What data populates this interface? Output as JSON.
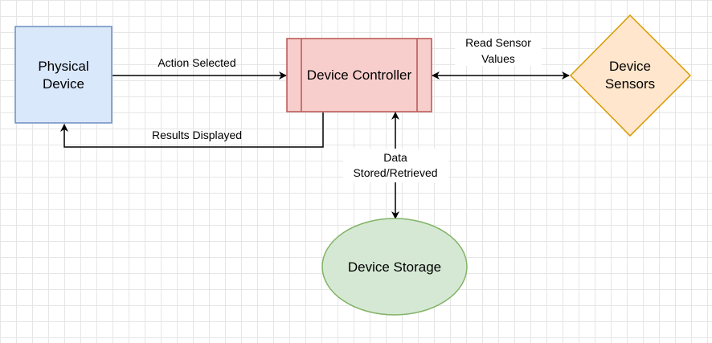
{
  "nodes": {
    "physical_device": {
      "line1": "Physical",
      "line2": "Device"
    },
    "device_controller": {
      "label": "Device Controller"
    },
    "device_sensors": {
      "line1": "Device",
      "line2": "Sensors"
    },
    "device_storage": {
      "label": "Device Storage"
    }
  },
  "edges": {
    "action_selected": "Action Selected",
    "results_displayed": "Results Displayed",
    "read_sensor_values": {
      "line1": "Read Sensor",
      "line2": "Values"
    },
    "data_stored_retrieved": {
      "line1": "Data",
      "line2": "Stored/Retrieved"
    }
  },
  "colors": {
    "physical_device_fill": "#dae8fc",
    "physical_device_stroke": "#6c8ebf",
    "controller_fill": "#f8cecc",
    "controller_stroke": "#b85450",
    "sensors_fill": "#ffe6cc",
    "sensors_stroke": "#d79b00",
    "storage_fill": "#d5e8d4",
    "storage_stroke": "#82b366",
    "edge": "#000000"
  }
}
